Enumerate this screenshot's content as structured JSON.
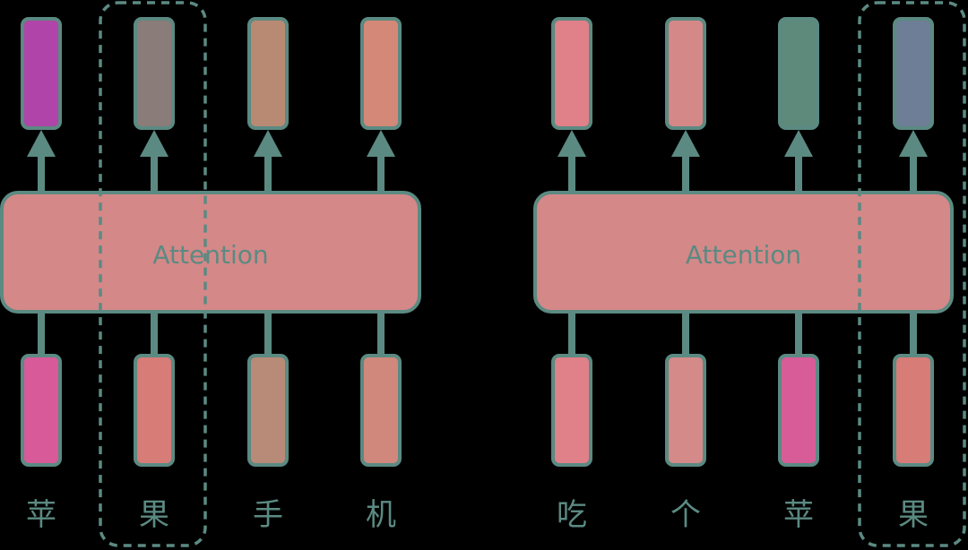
{
  "stroke_color": "#5b8a82",
  "attention_fill": "#d48888",
  "panels": [
    {
      "attention_label": "Attention",
      "highlighted_index": 1,
      "tokens": [
        {
          "label": "苹",
          "input_color": "#d85a98",
          "output_color": "#b044a8"
        },
        {
          "label": "果",
          "input_color": "#d87c78",
          "output_color": "#8a7c78"
        },
        {
          "label": "手",
          "input_color": "#b88a78",
          "output_color": "#b88a74"
        },
        {
          "label": "机",
          "input_color": "#d0887c",
          "output_color": "#d48878"
        }
      ]
    },
    {
      "attention_label": "Attention",
      "highlighted_index": 3,
      "tokens": [
        {
          "label": "吃",
          "input_color": "#e08088",
          "output_color": "#e08088"
        },
        {
          "label": "个",
          "input_color": "#d48a88",
          "output_color": "#d48888"
        },
        {
          "label": "苹",
          "input_color": "#d85c98",
          "output_color": "#5e8a7c"
        },
        {
          "label": "果",
          "input_color": "#d87c78",
          "output_color": "#6e7e96"
        }
      ]
    }
  ]
}
